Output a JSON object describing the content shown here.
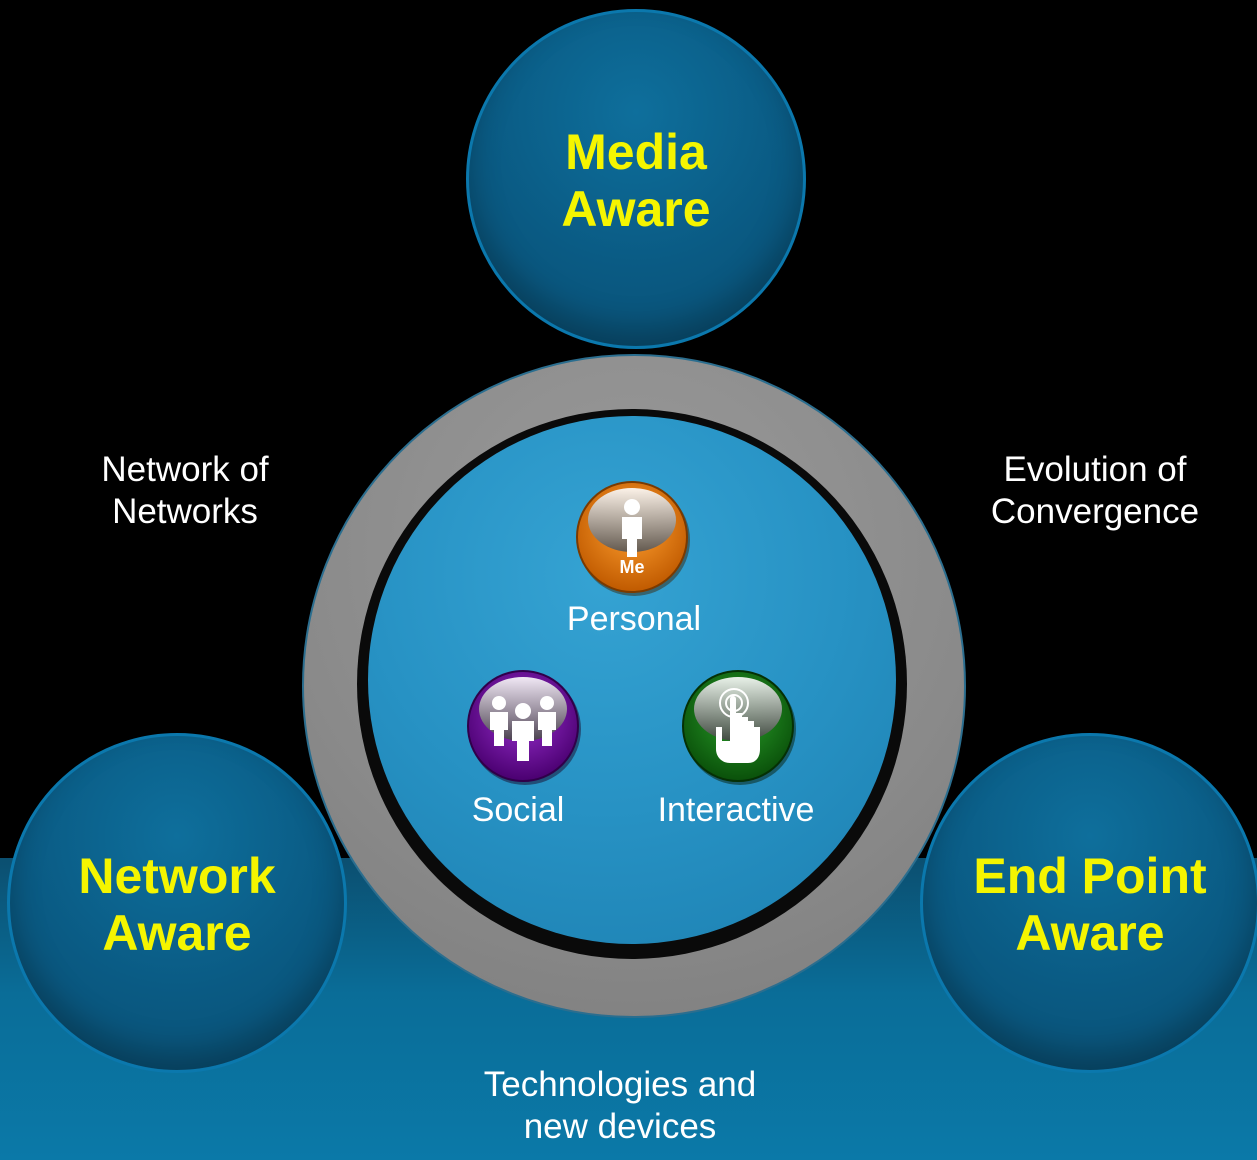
{
  "circles": {
    "top": {
      "line1": "Media",
      "line2": "Aware"
    },
    "left": {
      "line1": "Network",
      "line2": "Aware"
    },
    "right": {
      "line1": "End Point",
      "line2": "Aware"
    }
  },
  "side_text": {
    "left": {
      "line1": "Network of",
      "line2": "Networks"
    },
    "right": {
      "line1": "Evolution of",
      "line2": "Convergence"
    },
    "bottom": {
      "line1": "Technologies and",
      "line2": "new devices"
    }
  },
  "center_icons": {
    "personal": {
      "label": "Personal",
      "badge_text": "Me",
      "color": "#e0780a"
    },
    "social": {
      "label": "Social",
      "color": "#6a0a9c"
    },
    "interactive": {
      "label": "Interactive",
      "color": "#137a13"
    }
  },
  "colors": {
    "accent_text": "#f5f500",
    "circle_blue": "#0a5a83",
    "ring_gray": "#8a8a8a"
  }
}
